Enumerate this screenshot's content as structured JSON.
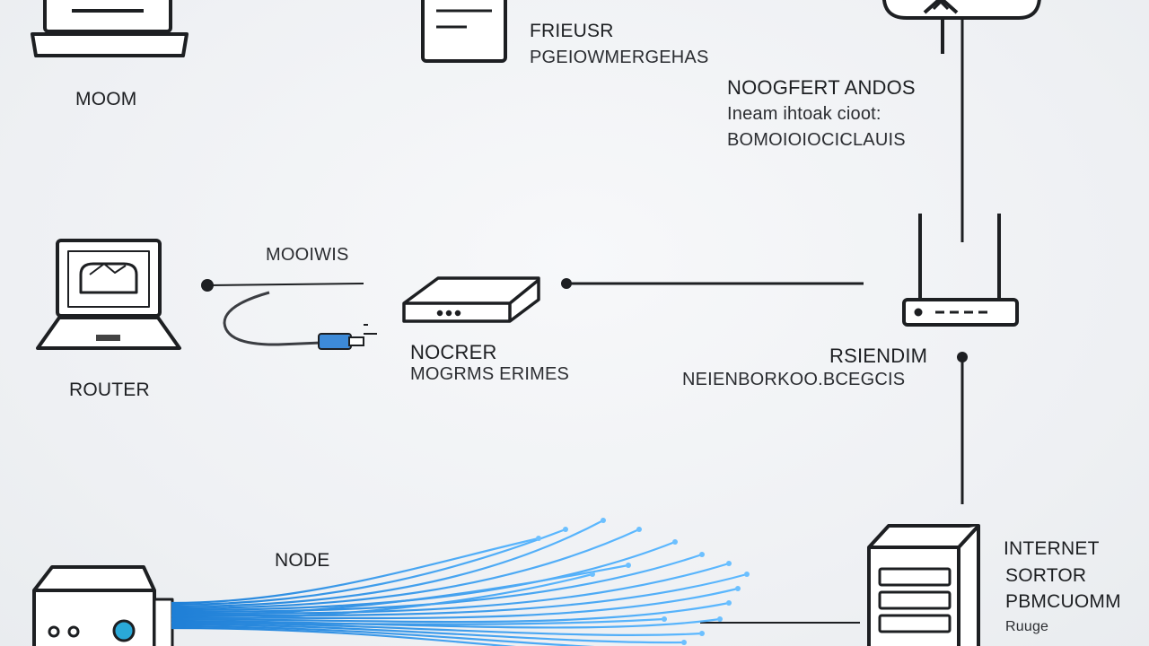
{
  "labels": {
    "top_left": "MOOM",
    "top_center_title": "FRIEUSR",
    "top_center_sub": "PGEIOWMERGEHAS",
    "top_right_title": "NOOGFERT ANDOS",
    "top_right_line1": "Ineam ihtoak cioot:",
    "top_right_line2": "BOMOIOIOCICLAUIS",
    "laptop": "ROUTER",
    "cable": "MOOIWIS",
    "switch_title": "NOCRER",
    "switch_sub": "MOGRMS ERIMES",
    "router_title": "RSIENDIM",
    "router_sub": "NEIENBORKOO.BCEGCIS",
    "node": "NODE",
    "server_line1": "INTERNET",
    "server_line2": "SORTOR",
    "server_line3": "PBMCUOMM",
    "server_line4": "Ruuge"
  },
  "colors": {
    "ink": "#1d1f22",
    "fiber": "#2f8fe0",
    "fiber_light": "#6cc0ff",
    "background": "#f1f3f5"
  },
  "icons": [
    "laptop-icon",
    "document-icon",
    "cloud-icon",
    "switch-icon",
    "wifi-router-icon",
    "server-icon",
    "node-box-icon",
    "usb-cable-icon"
  ]
}
